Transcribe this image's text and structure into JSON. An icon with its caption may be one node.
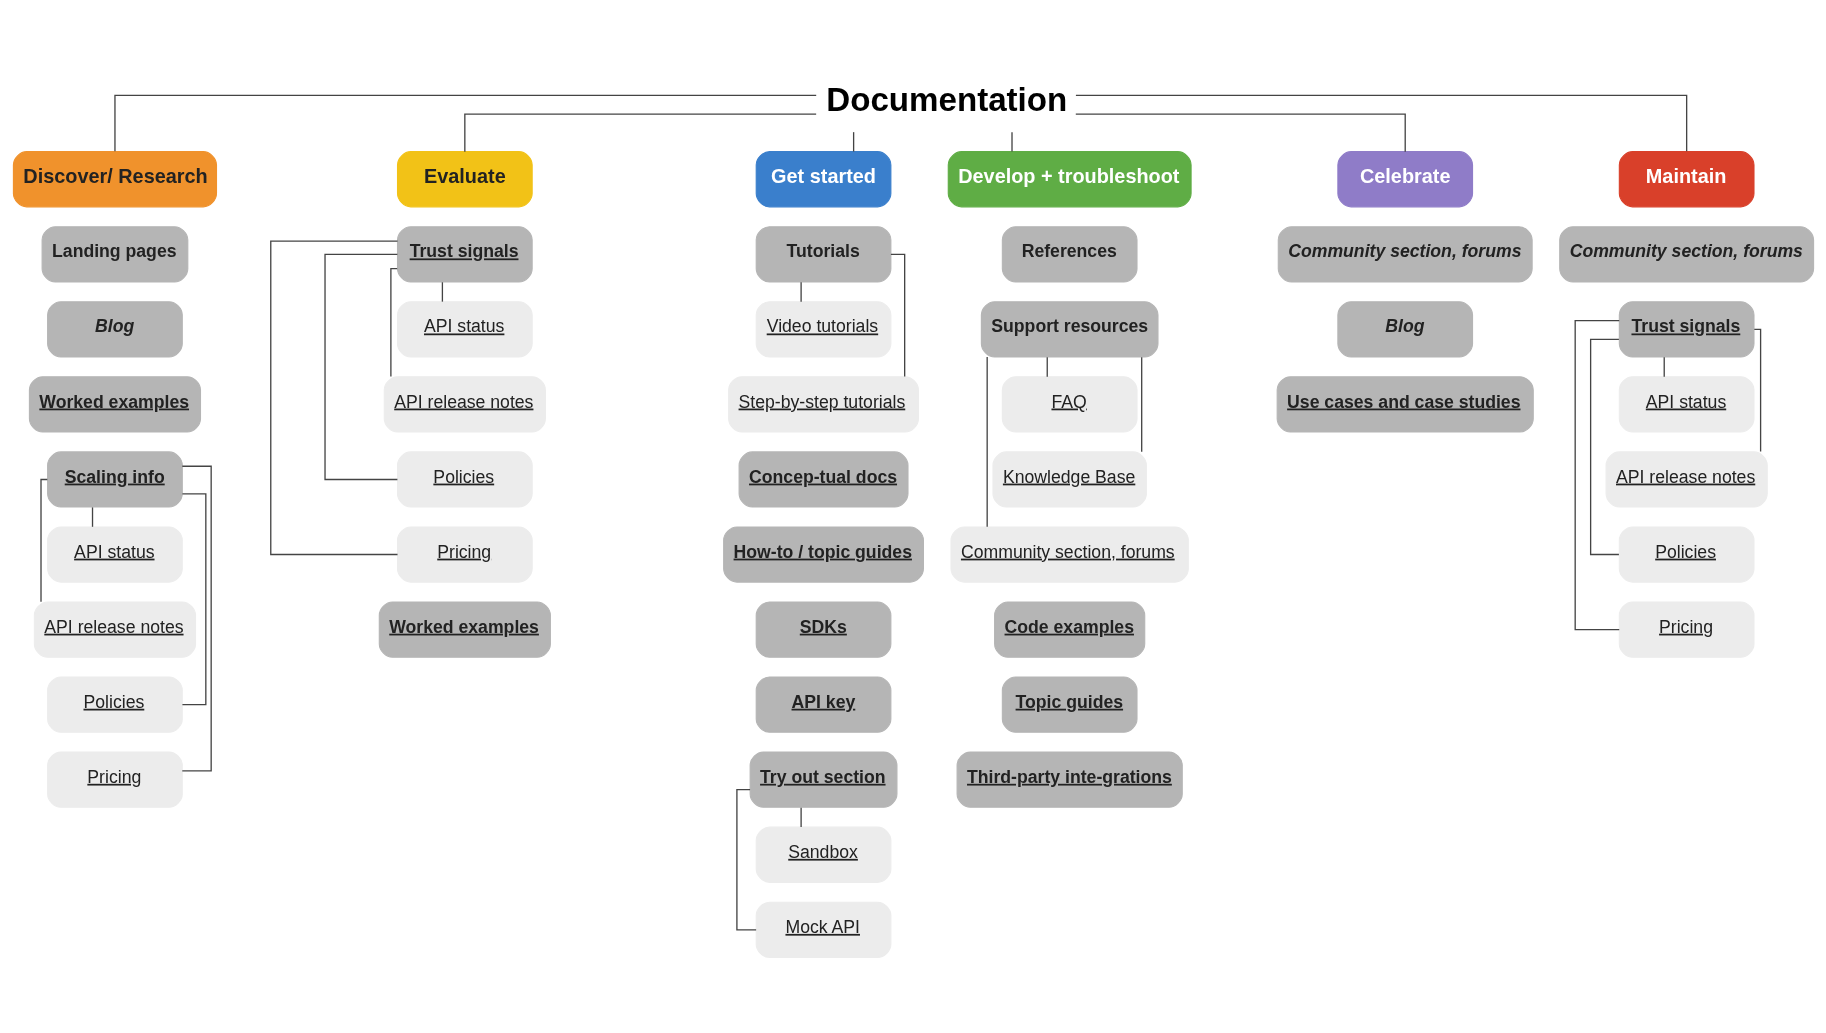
{
  "diagram": {
    "nodes": [
      {
        "text": [
          "Documentation"
        ]
      },
      {
        "text": [
          "Discover/ Research"
        ]
      },
      {
        "text": [
          "Evaluate"
        ]
      },
      {
        "text": [
          "Get started"
        ]
      },
      {
        "text": [
          "Develop + troubleshoot"
        ]
      },
      {
        "text": [
          "Celebrate"
        ]
      },
      {
        "text": [
          "Maintain"
        ]
      },
      {
        "text": [
          "Landing pages"
        ]
      },
      {
        "text": [
          "Blog"
        ]
      },
      {
        "text": [
          "Worked examples"
        ]
      },
      {
        "text": [
          "Scaling info"
        ]
      },
      {
        "text": [
          "API status"
        ]
      },
      {
        "text": [
          "API release notes"
        ]
      },
      {
        "text": [
          "Policies"
        ]
      },
      {
        "text": [
          "Pricing"
        ]
      },
      {
        "text": [
          "Trust signals"
        ]
      },
      {
        "text": [
          "API status"
        ]
      },
      {
        "text": [
          "API release notes"
        ]
      },
      {
        "text": [
          "Policies"
        ]
      },
      {
        "text": [
          "Pricing"
        ]
      },
      {
        "text": [
          "Worked examples"
        ]
      },
      {
        "text": [
          "Tutorials"
        ]
      },
      {
        "text": [
          "Video tutorials"
        ]
      },
      {
        "text": [
          "Step-by-step tutorials"
        ]
      },
      {
        "text": [
          "Concep-tual docs"
        ]
      },
      {
        "text": [
          "How-to / topic guides"
        ]
      },
      {
        "text": [
          "SDKs"
        ]
      },
      {
        "text": [
          "API key"
        ]
      },
      {
        "text": [
          "Try out section"
        ]
      },
      {
        "text": [
          "Sandbox"
        ]
      },
      {
        "text": [
          "Mock API"
        ]
      },
      {
        "text": [
          "References"
        ]
      },
      {
        "text": [
          "Support resources"
        ]
      },
      {
        "text": [
          "FAQ"
        ]
      },
      {
        "text": [
          "Knowledge Base"
        ]
      },
      {
        "text": [
          "Community section, forums"
        ]
      },
      {
        "text": [
          "Code examples"
        ]
      },
      {
        "text": [
          "Topic guides"
        ]
      },
      {
        "text": [
          "Third-party inte-grations"
        ]
      },
      {
        "text": [
          "Community section, forums"
        ]
      },
      {
        "text": [
          "Blog"
        ]
      },
      {
        "text": [
          "Use cases and case studies"
        ]
      },
      {
        "text": [
          "Community section, forums"
        ]
      },
      {
        "text": [
          "Trust signals"
        ]
      },
      {
        "text": [
          "API status"
        ]
      },
      {
        "text": [
          "API release notes"
        ]
      },
      {
        "text": [
          "Policies"
        ]
      },
      {
        "text": [
          "Pricing"
        ]
      }
    ],
    "edges": [
      {
        "from": 0,
        "to": 1,
        "arrow": "none"
      },
      {
        "from": 0,
        "to": 2,
        "arrow": "none"
      },
      {
        "from": 0,
        "to": 3,
        "arrow": "none"
      },
      {
        "from": 0,
        "to": 4,
        "arrow": "none"
      },
      {
        "from": 0,
        "to": 5,
        "arrow": "none"
      },
      {
        "from": 0,
        "to": 6,
        "arrow": "none"
      },
      {
        "from": 10,
        "to": 11,
        "arrow": "none"
      },
      {
        "from": 10,
        "to": 12,
        "arrow": "none"
      },
      {
        "from": 10,
        "to": 13,
        "arrow": "none"
      },
      {
        "from": 10,
        "to": 14,
        "arrow": "none"
      },
      {
        "from": 15,
        "to": 16,
        "arrow": "none"
      },
      {
        "from": 15,
        "to": 17,
        "arrow": "none"
      },
      {
        "from": 15,
        "to": 18,
        "arrow": "none"
      },
      {
        "from": 15,
        "to": 19,
        "arrow": "none"
      },
      {
        "from": 21,
        "to": 22,
        "arrow": "none"
      },
      {
        "from": 21,
        "to": 23,
        "arrow": "none"
      },
      {
        "from": 28,
        "to": 29,
        "arrow": "none"
      },
      {
        "from": 28,
        "to": 30,
        "arrow": "none"
      },
      {
        "from": 32,
        "to": 33,
        "arrow": "none"
      },
      {
        "from": 32,
        "to": 34,
        "arrow": "none"
      },
      {
        "from": 32,
        "to": 35,
        "arrow": "none"
      },
      {
        "from": 43,
        "to": 44,
        "arrow": "none"
      },
      {
        "from": 43,
        "to": 45,
        "arrow": "none"
      },
      {
        "from": 43,
        "to": 46,
        "arrow": "none"
      },
      {
        "from": 43,
        "to": 47,
        "arrow": "none"
      }
    ]
  }
}
